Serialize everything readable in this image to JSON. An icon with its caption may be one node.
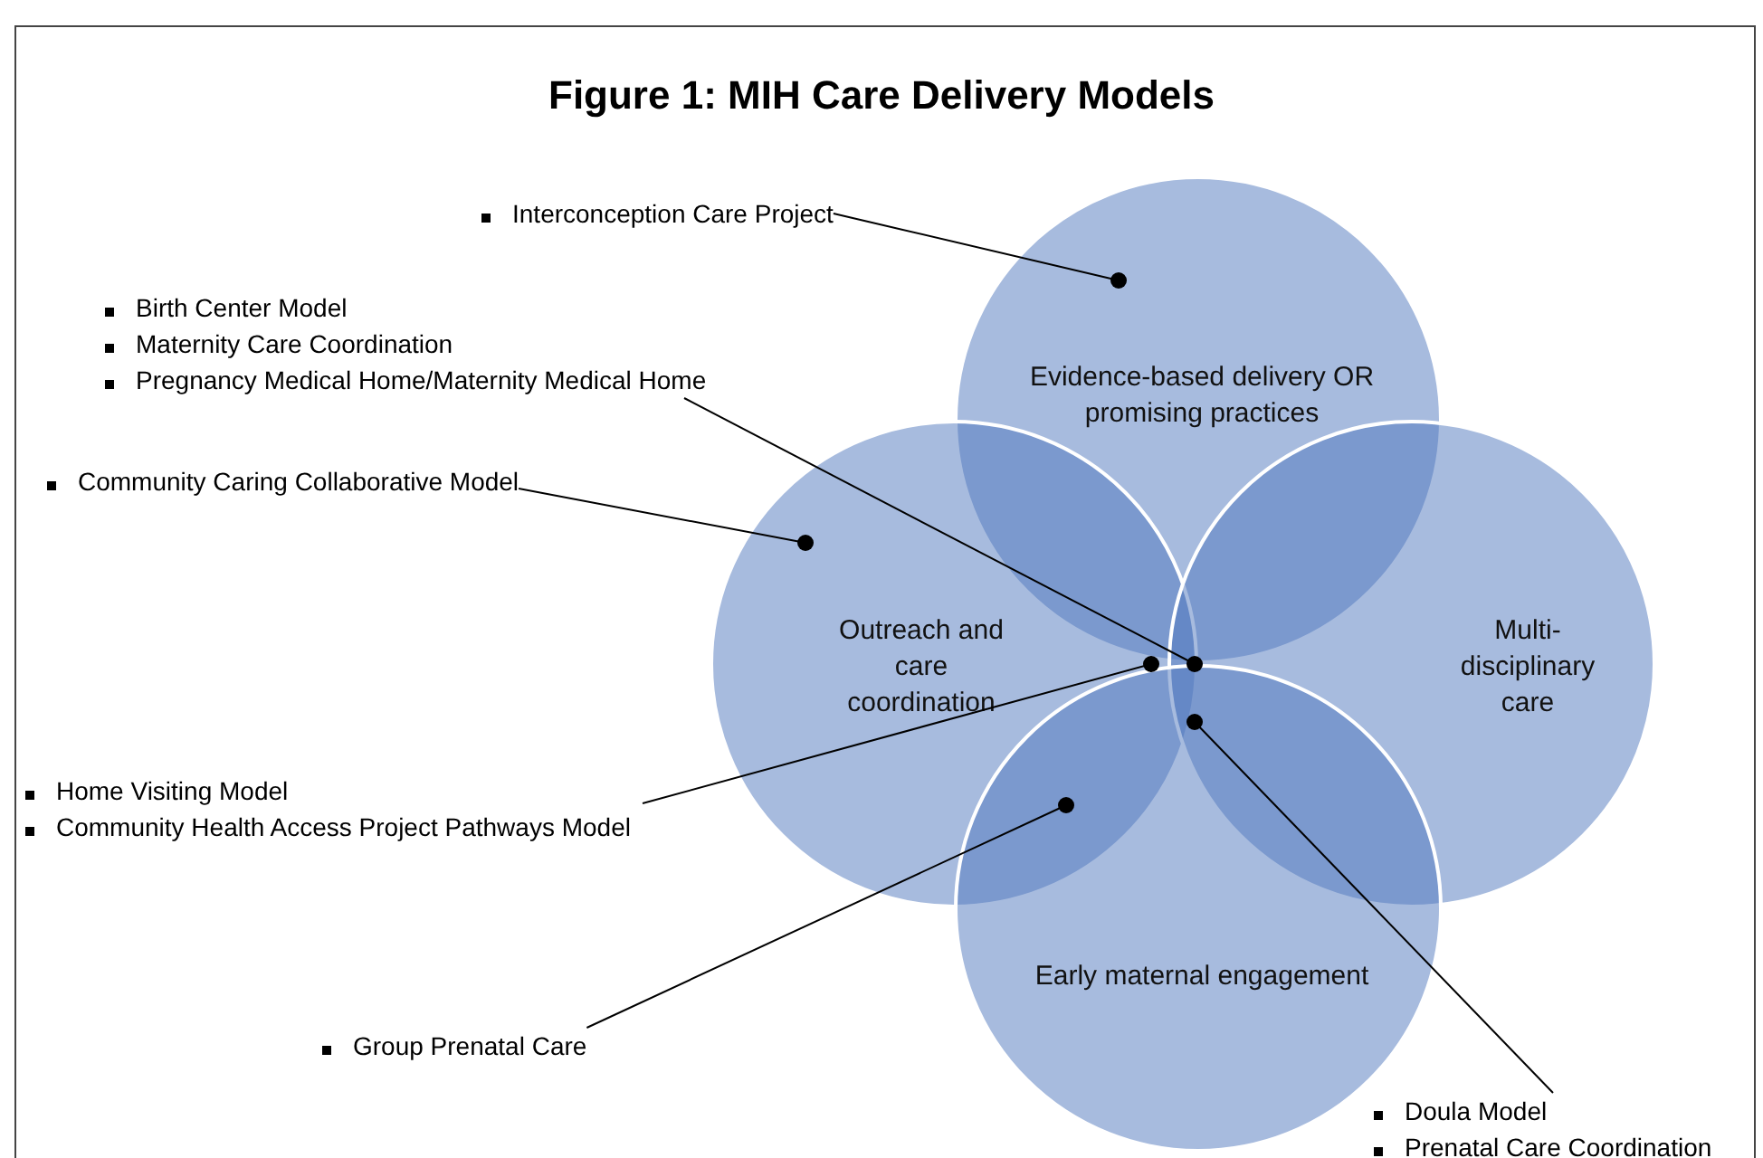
{
  "diagram": {
    "title": "Figure 1: MIH Care Delivery Models",
    "nodes": [
      {
        "text": [
          "Evidence-based delivery OR promising practices"
        ]
      },
      {
        "text": [
          "Outreach and care coordination"
        ]
      },
      {
        "text": [
          "Multi-disciplinary care"
        ]
      },
      {
        "text": [
          "Early maternal engagement"
        ]
      },
      {
        "text": [
          "Interconception Care Project"
        ]
      },
      {
        "text": [
          "Birth Center Model",
          "Maternity Care Coordination",
          "Pregnancy Medical Home/Maternity Medical Home"
        ]
      },
      {
        "text": [
          "Community Caring Collaborative Model"
        ]
      },
      {
        "text": [
          "Home Visiting Model",
          "Community Health Access Project Pathways Model"
        ]
      },
      {
        "text": [
          "Group Prenatal Care"
        ]
      },
      {
        "text": [
          "Doula Model",
          "Prenatal Care Coordination"
        ]
      }
    ],
    "edges": [
      {
        "from": 4,
        "to": 0,
        "arrow": "other"
      },
      {
        "from": 5,
        "to": 0,
        "arrow": "other"
      },
      {
        "from": 6,
        "to": 1,
        "arrow": "other"
      },
      {
        "from": 7,
        "to": 0,
        "arrow": "other"
      },
      {
        "from": 8,
        "to": 1,
        "arrow": "other"
      },
      {
        "from": 9,
        "to": 1,
        "arrow": "other"
      }
    ]
  }
}
